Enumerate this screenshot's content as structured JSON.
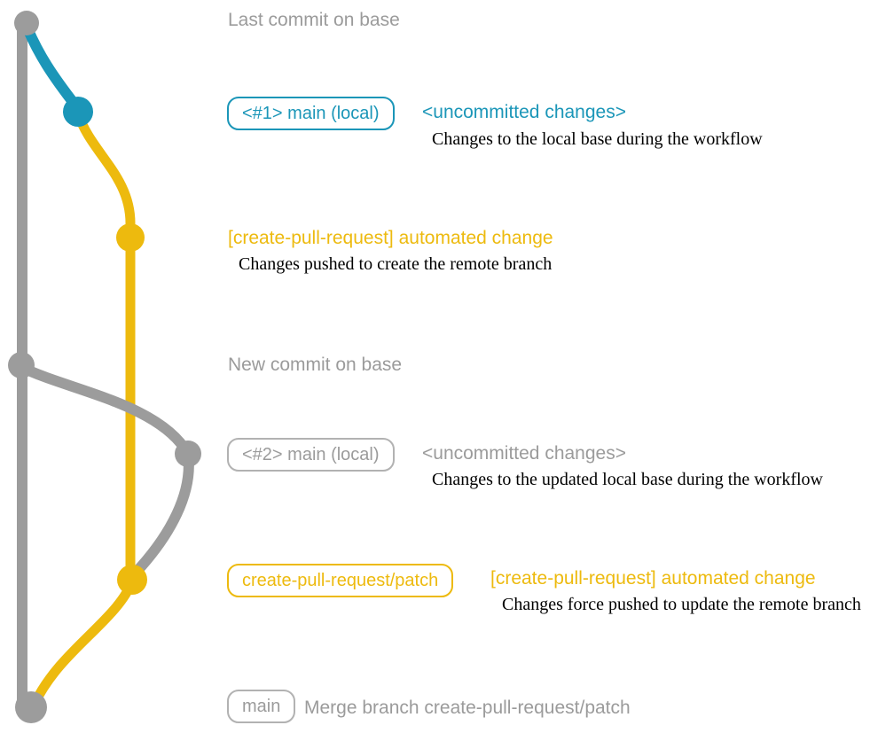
{
  "colors": {
    "teal": "#1b96b8",
    "yellow": "#edba0e",
    "gray_line": "#9c9c9c",
    "gray_text": "#9b9b9b",
    "gray_border": "#b2b2b2",
    "caption": "#000000",
    "background": "#ffffff"
  },
  "annotations": {
    "last_commit": {
      "label": "Last commit on base"
    },
    "row1": {
      "badge": "<#1> main (local)",
      "title": "<uncommitted changes>",
      "caption": "Changes to the local base during the workflow"
    },
    "row2": {
      "title": "[create-pull-request] automated change",
      "caption": "Changes pushed to create the remote branch"
    },
    "new_commit": {
      "label": "New commit on base"
    },
    "row3": {
      "badge": "<#2> main (local)",
      "title": "<uncommitted changes>",
      "caption": "Changes to the updated local base during the workflow"
    },
    "row4": {
      "badge": "create-pull-request/patch",
      "title": "[create-pull-request] automated change",
      "caption": "Changes force pushed to update the remote branch"
    },
    "merge": {
      "badge": "main",
      "label": "Merge branch create-pull-request/patch"
    }
  }
}
